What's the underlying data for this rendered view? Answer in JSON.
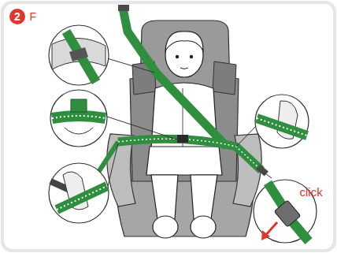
{
  "diagram": {
    "labels": [
      "2",
      "F",
      "click"
    ]
  }
}
